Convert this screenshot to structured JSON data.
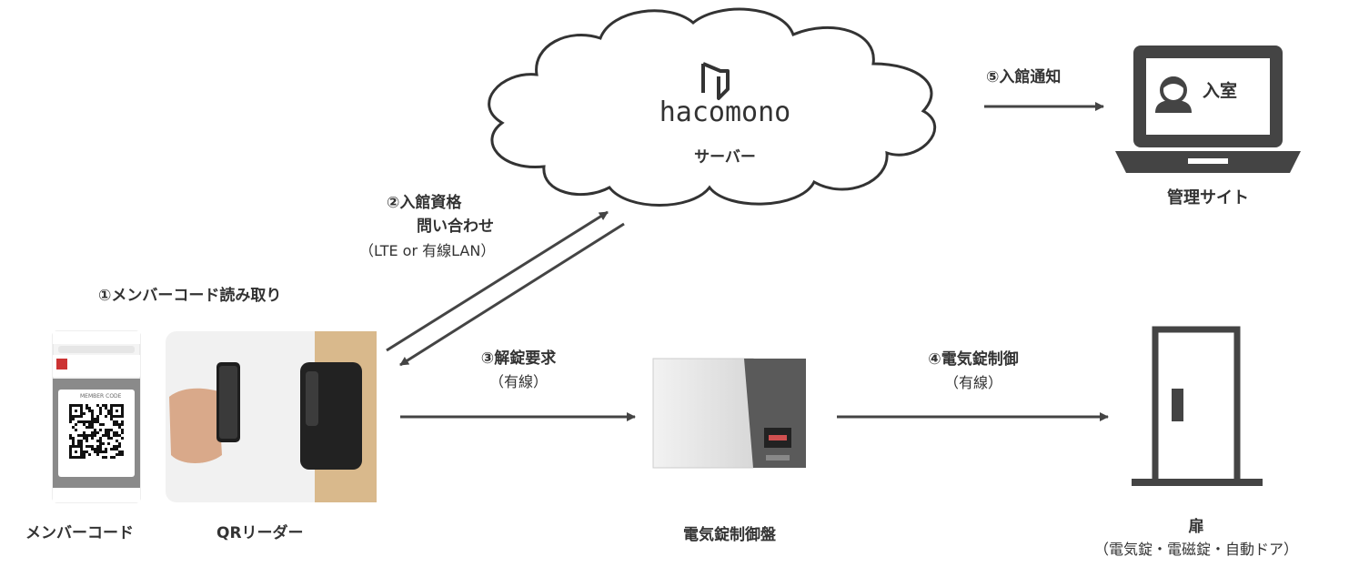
{
  "server": {
    "logo_text": "hacomono",
    "label": "サーバー"
  },
  "admin": {
    "screen_label": "入室",
    "label": "管理サイト"
  },
  "steps": {
    "step1": "①メンバーコード読み取り",
    "step2_line1": "②入館資格",
    "step2_line2": "問い合わせ",
    "step2_line3": "（LTE or 有線LAN）",
    "step3_line1": "③解錠要求",
    "step3_line2": "（有線）",
    "step4_line1": "④電気錠制御",
    "step4_line2": "（有線）",
    "step5": "⑤入館通知"
  },
  "devices": {
    "member_code": "メンバーコード",
    "qr_reader": "QRリーダー",
    "control_panel": "電気錠制御盤",
    "door": "扉",
    "door_sub": "（電気錠・電磁錠・自動ドア）",
    "phone_card_title": "MEMBER CODE"
  },
  "colors": {
    "dark": "#444444",
    "text": "#333333",
    "cloud_stroke": "#333333"
  }
}
